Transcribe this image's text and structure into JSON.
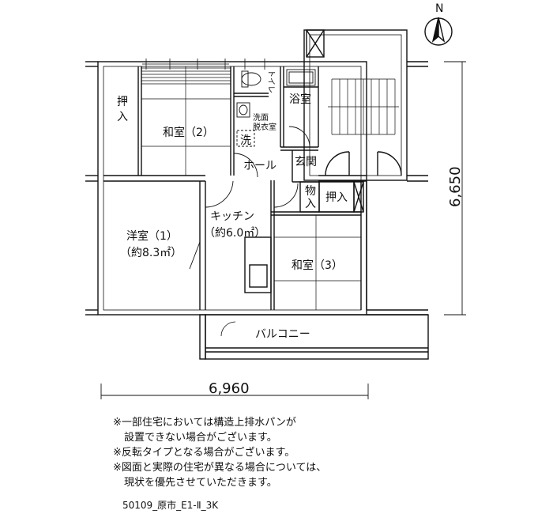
{
  "north": "N",
  "rooms": {
    "oshiire1": "押入",
    "washitsu2": "和室（2）",
    "toilet": "トイレ",
    "yokushitsu": "浴室",
    "senmen_line1": "洗面",
    "senmen_line2": "脱衣室",
    "sen": "洗",
    "hall": "ホール",
    "genkan": "玄関",
    "mono": "物入",
    "oshiire2": "押入",
    "kitchen": "キッチン",
    "kitchen_area": "（約6.0㎡）",
    "youshitsu1": "洋室（1）",
    "youshitsu1_area": "（約8.3㎡）",
    "washitsu3": "和室（3）",
    "balcony": "バルコニー"
  },
  "dimensions": {
    "width": "6,960",
    "height": "6,650"
  },
  "notes": [
    "※一部住宅においては構造上排水パンが",
    "設置できない場合がございます。",
    "※反転タイプとなる場合がございます。",
    "※図面と実際の住宅が異なる場合については、",
    "現状を優先させていただきます。"
  ],
  "code": "50109_原市_E1-Ⅱ_3K"
}
